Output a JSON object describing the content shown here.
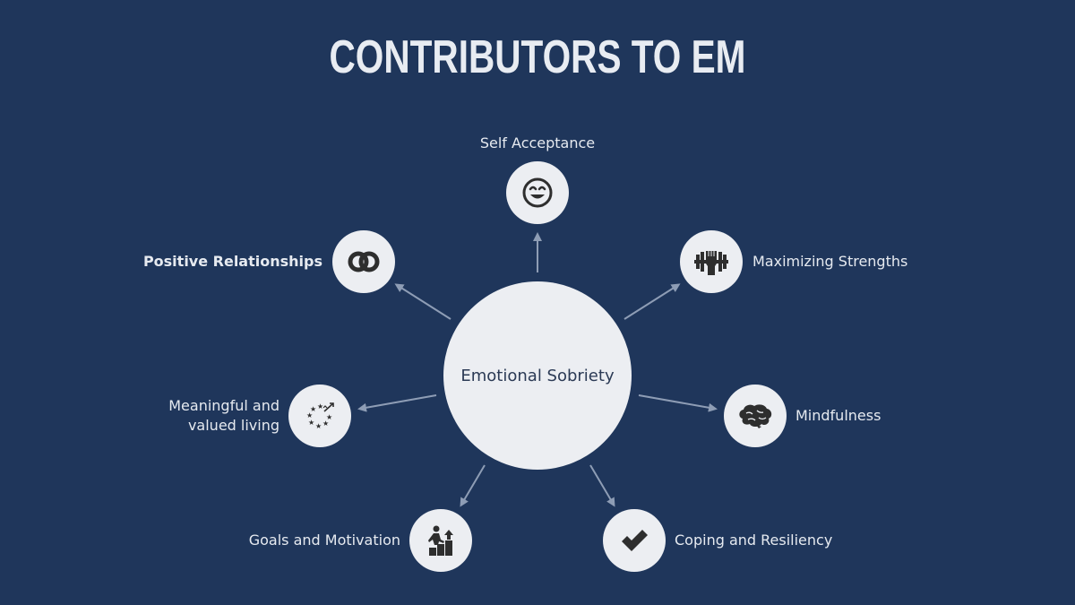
{
  "title": "CONTRIBUTORS TO EM",
  "hub": {
    "label": "Emotional Sobriety"
  },
  "nodes": {
    "self_acceptance": {
      "label": "Self Acceptance",
      "icon": "smiley-icon"
    },
    "maximizing_strengths": {
      "label": "Maximizing Strengths",
      "icon": "weightlifting-fist-icon"
    },
    "mindfulness": {
      "label": "Mindfulness",
      "icon": "brain-icon"
    },
    "coping": {
      "label": "Coping and Resiliency",
      "icon": "checkmark-icon"
    },
    "goals": {
      "label": "Goals and Motivation",
      "icon": "climbing-stairs-icon"
    },
    "meaningful": {
      "label_line1": "Meaningful and",
      "label_line2": "valued living",
      "icon": "stars-circle-icon"
    },
    "relationships": {
      "label": "Positive Relationships",
      "icon": "linked-rings-icon"
    }
  },
  "colors": {
    "background": "#1f365b",
    "circle_fill": "#eceef2",
    "arrow": "#8e9db5",
    "icon": "#2e2e2e",
    "text": "#e6eaf0"
  }
}
